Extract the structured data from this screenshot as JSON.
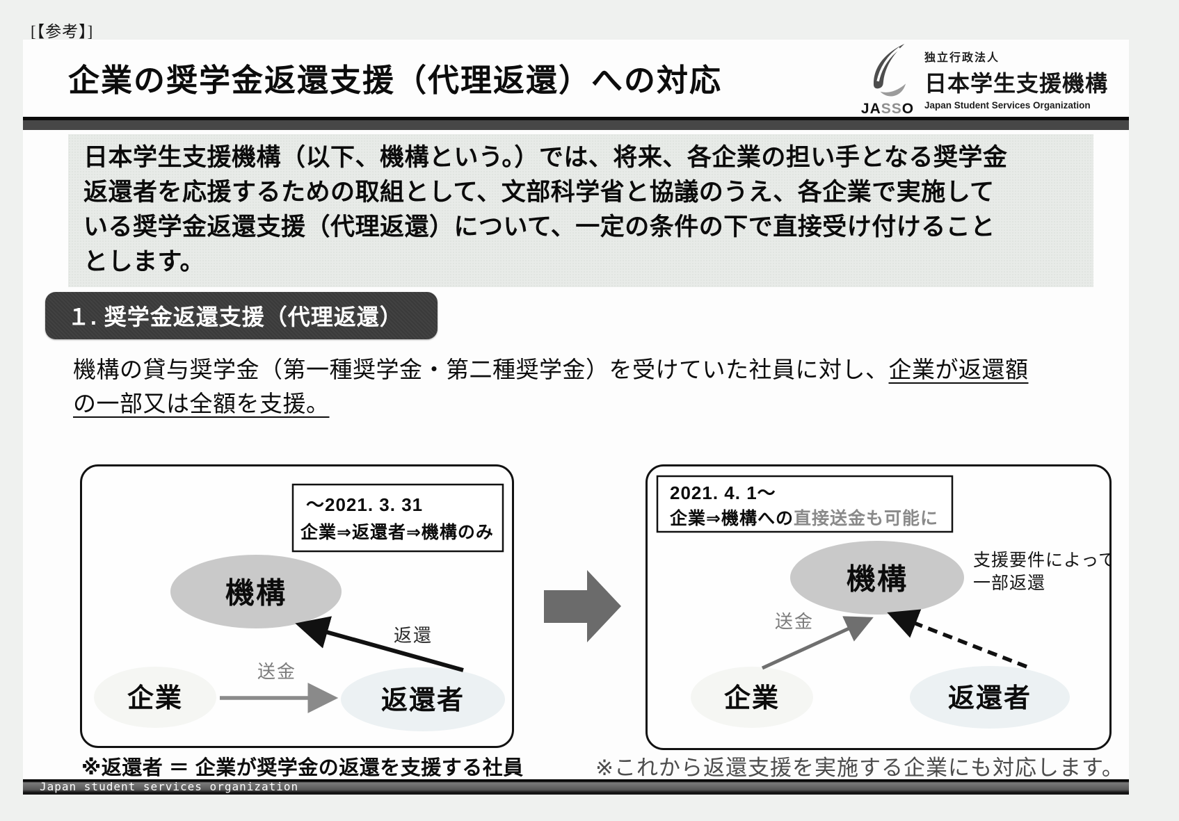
{
  "page": {
    "ref_label": "[【参考】]",
    "title": "企業の奨学金返還支援（代理返還）への対応",
    "footer": "Japan student services organization"
  },
  "logo": {
    "jasso_ja": "JA",
    "jasso_ss": "SS",
    "jasso_o": "O",
    "org_type": "独立行政法人",
    "org_name": "日本学生支援機構",
    "org_name_en": "Japan Student Services Organization"
  },
  "intro": {
    "lines": [
      "日本学生支援機構（以下、機構という。）では、将来、各企業の担い手となる奨学金",
      "返還者を応援するための取組として、文部科学省と協議のうえ、各企業で実施して",
      "いる奨学金返還支援（代理返還）について、一定の条件の下で直接受け付けること",
      "とします。"
    ]
  },
  "section1": {
    "heading": "１. 奨学金返還支援（代理返還）",
    "lead_plain": "機構の貸与奨学金（第一種奨学金・第二種奨学金）を受けていた社員に対し、",
    "lead_underline1": "企業が返還額",
    "lead_underline2": "の一部又は全額を支援。"
  },
  "diagram_before": {
    "note_line1": "～2021. 3. 31",
    "note_line2": "企業⇒返還者⇒機構のみ",
    "node_kiko": "機構",
    "node_kigyo": "企業",
    "node_henkansha": "返還者",
    "label_henkan": "返還",
    "label_sokin": "送金",
    "caption": "※返還者 ＝ 企業が奨学金の返還を支援する社員"
  },
  "diagram_after": {
    "note_line1": "2021. 4. 1～",
    "note_line2_black": "企業⇒機構への",
    "note_line2_gray": "直接送金も可能に",
    "node_kiko": "機構",
    "node_kigyo": "企業",
    "node_henkansha": "返還者",
    "label_sokin": "送金",
    "label_shien1": "支援要件によって",
    "label_shien2": "一部返還",
    "caption": "※これから返還支援を実施する企業にも対応します。"
  },
  "colors": {
    "kiko_ellipse": "#c9c9c9",
    "kigyo_ellipse": "#f5f6f3",
    "henkansha_ellipse": "#ecf1f3",
    "dark_heading": "#3a3a3a",
    "big_arrow": "#6b6b6b",
    "gray_arrow": "#7d7d7d",
    "note_gray_text": "#8a8a8a"
  }
}
